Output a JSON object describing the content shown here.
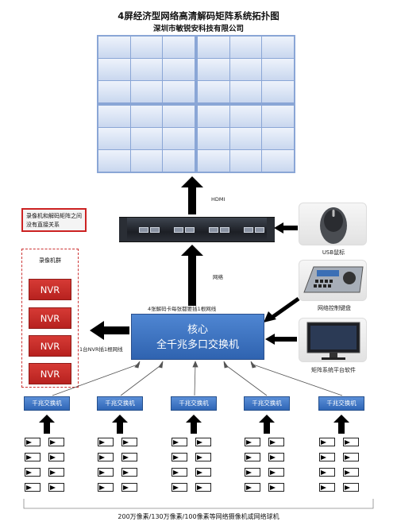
{
  "header": {
    "title": "4屏经济型网络高清解码矩阵系统拓扑图",
    "subtitle": "深圳市敏锐安科技有限公司"
  },
  "labels": {
    "hdmi": "HDMI",
    "network": "网络",
    "decoder_note": "4张解码卡每张都要插1根网线",
    "nvr_note": "1台NVR插1根网线",
    "relation_note": "录像机和解码矩阵之间没有直接关系",
    "nvr_group": "录像机群",
    "core_line1": "核心",
    "core_line2": "全千兆多口交换机",
    "bottom": "200万像素/130万像素/100像素等网络摄像机或网络球机"
  },
  "nvrs": [
    "NVR",
    "NVR",
    "NVR",
    "NVR"
  ],
  "peripherals": {
    "mouse": "USB鼠标",
    "keyboard": "网络控制键盘",
    "software": "矩阵系统平台软件"
  },
  "access_switches": [
    "千兆交换机",
    "千兆交换机",
    "千兆交换机",
    "千兆交换机",
    "千兆交换机"
  ]
}
